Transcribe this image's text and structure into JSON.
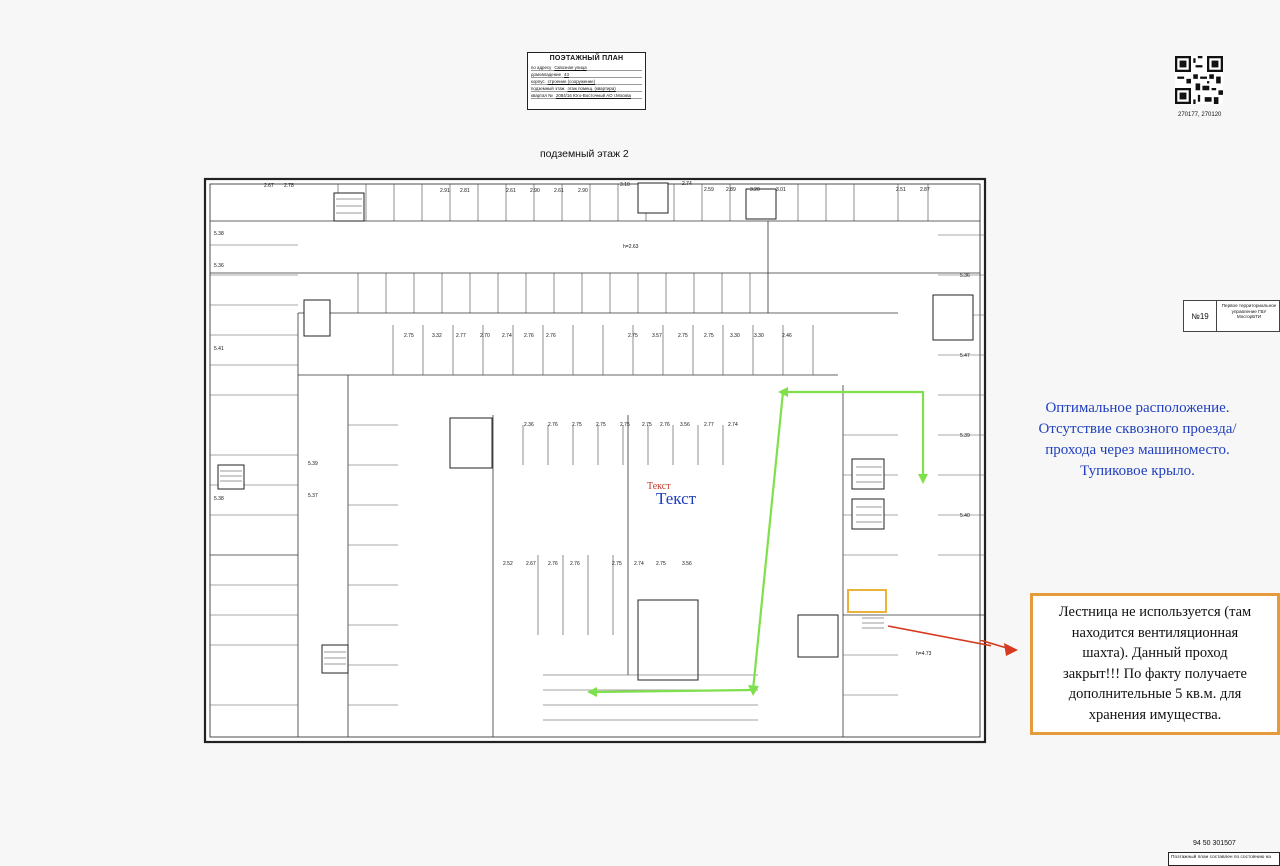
{
  "title_block": {
    "heading": "ПОЭТАЖНЫЙ ПЛАН",
    "rows": [
      {
        "label": "по адресу",
        "value": "Сквозная улица"
      },
      {
        "label": "домовладение",
        "value": "43"
      },
      {
        "label": "корпус",
        "value": "строение (сооружение)"
      },
      {
        "label": "подземный этаж",
        "value": "этаж помещ. (квартира)"
      },
      {
        "label": "квартал №",
        "value": "2084/16  Юго-Восточный АО г.Москва"
      }
    ]
  },
  "floor_label": "подземный этаж 2",
  "qr_numbers": "270177, 270120",
  "stamp": {
    "number": "№19",
    "text": "Первое территориальное управление ГБУ МосгорБТИ"
  },
  "bottom_code": "94 50 301507",
  "bottom_note": "Поэтажный план составлен по состоянию на",
  "plan": {
    "text_big": "Текст",
    "text_small": "Текст",
    "dims_top": [
      "2.67",
      "2.78",
      "2.91",
      "2.81",
      "2.61",
      "2.90",
      "2.61",
      "2.90",
      "3.10",
      "2.74",
      "2.59",
      "2.89",
      "3.20",
      "3.01",
      "2.51",
      "2.87"
    ],
    "dims_row": [
      "2.75",
      "3.32",
      "2.77",
      "2.70",
      "2.74",
      "2.76",
      "2.76",
      "2.75",
      "3.57",
      "2.75",
      "2.75",
      "3.30",
      "3.30",
      "2.46"
    ],
    "dims_mid": [
      "2.36",
      "2.76",
      "2.75",
      "2.75",
      "2.75",
      "2.75",
      "2.76",
      "3.56",
      "2.77",
      "2.74"
    ],
    "dims_low": [
      "2.52",
      "2.67",
      "2.76",
      "2.76",
      "2.75",
      "2.74",
      "2.75",
      "3.56"
    ],
    "side_dims": [
      "5.38",
      "5.36",
      "5.41",
      "5.39",
      "5.37",
      "5.38",
      "5.36",
      "5.47",
      "5.39",
      "5.40"
    ],
    "height_note": "h=2.63",
    "height_note2": "h=4.73"
  },
  "annotations": {
    "optimal_lines": [
      "Оптимальное расположение.",
      "Отсутствие сквозного проезда/",
      "прохода через машиноместо.",
      "Тупиковое крыло."
    ],
    "stair_lines": [
      "Лестница не используется (там",
      "находится вентиляционная",
      "шахта). Данный проход",
      "закрыт!!! По факту получаете",
      "дополнительные 5 кв.м. для",
      "хранения имущества."
    ]
  },
  "colors": {
    "arrow_green": "#7ee04a",
    "arrow_red": "#d63a20",
    "note_border": "#e59a3c",
    "note_blue": "#1f3fbf",
    "highlight": "#e9b23a"
  }
}
